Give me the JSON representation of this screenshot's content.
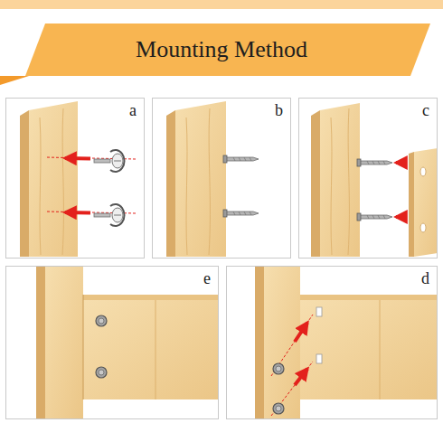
{
  "diagram": {
    "title": "Mounting Method",
    "nodes": [
      {
        "text": [
          "a"
        ]
      },
      {
        "text": [
          "b"
        ]
      },
      {
        "text": [
          "c"
        ]
      },
      {
        "text": [
          "e"
        ]
      },
      {
        "text": [
          "d"
        ]
      }
    ]
  }
}
